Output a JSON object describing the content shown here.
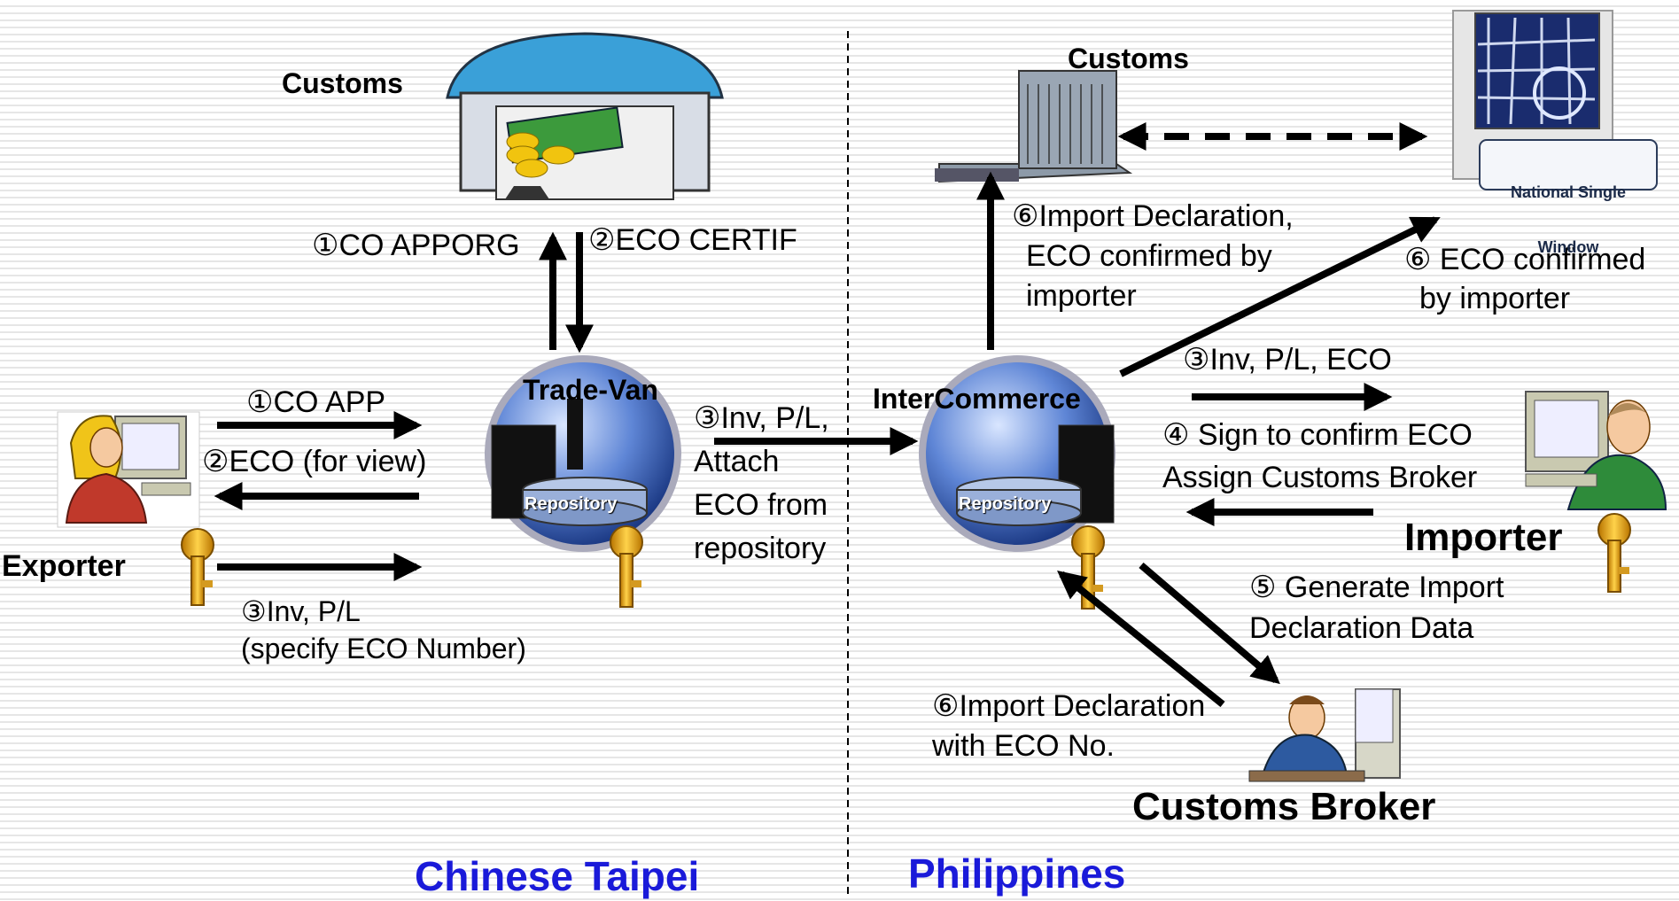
{
  "regions": {
    "left": "Chinese Taipei",
    "right": "Philippines"
  },
  "nodes": {
    "customs_left": "Customs",
    "customs_right": "Customs",
    "trade_van": "Trade-Van",
    "intercommerce": "InterCommerce",
    "repository_left": "Repository",
    "repository_right": "Repository",
    "exporter": "Exporter",
    "importer": "Importer",
    "customs_broker": "Customs Broker",
    "nsw_line1": "National Single",
    "nsw_line2": "Window"
  },
  "labels": {
    "co_apporg": "①CO APPORG",
    "eco_certif": "②ECO CERTIF",
    "co_app": "①CO APP",
    "eco_view": "②ECO (for view)",
    "inv_pl_line1": "③Inv, P/L",
    "inv_pl_line2": "(specify ECO Number)",
    "attach_1": "③Inv, P/L,",
    "attach_2": "Attach",
    "attach_3": "ECO from",
    "attach_4": "repository",
    "import_decl_1": "⑥Import Declaration,",
    "import_decl_2": "ECO confirmed by",
    "import_decl_3": "importer",
    "eco_confirmed_1": "⑥ ECO confirmed",
    "eco_confirmed_2": "by importer",
    "inv_pl_eco": "③Inv, P/L, ECO",
    "sign_1": "④ Sign to confirm ECO",
    "sign_2": "Assign Customs Broker",
    "generate_1": "⑤ Generate Import",
    "generate_2": "Declaration Data",
    "import_eco_1": "⑥Import Declaration",
    "import_eco_2": "with ECO No."
  },
  "colors": {
    "region_text": "#1a1ad9",
    "globe": "#4a6fc0",
    "arrow": "#000000",
    "key": "#e8a317"
  }
}
